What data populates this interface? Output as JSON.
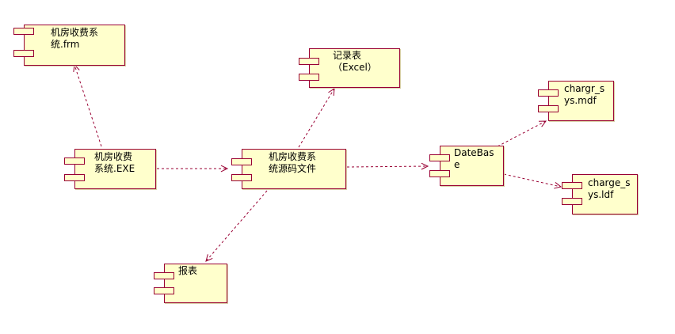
{
  "diagram": {
    "components": [
      {
        "id": "frm",
        "label": "机房收费系\n统.frm"
      },
      {
        "id": "exe",
        "label": "机房收费\n系统.EXE"
      },
      {
        "id": "excel",
        "label": "记录表\n（Excel）"
      },
      {
        "id": "src",
        "label": "机房收费系\n统源码文件"
      },
      {
        "id": "db",
        "label": "DateBas\ne"
      },
      {
        "id": "mdf",
        "label": "chargr_s\nys.mdf"
      },
      {
        "id": "ldf",
        "label": "charge_s\nys.ldf"
      },
      {
        "id": "report",
        "label": "报表"
      }
    ],
    "dependencies": [
      {
        "from": "exe",
        "to": "frm"
      },
      {
        "from": "exe",
        "to": "src"
      },
      {
        "from": "src",
        "to": "excel"
      },
      {
        "from": "src",
        "to": "db"
      },
      {
        "from": "src",
        "to": "report"
      },
      {
        "from": "db",
        "to": "mdf"
      },
      {
        "from": "db",
        "to": "ldf"
      }
    ],
    "colors": {
      "fill": "#ffffcc",
      "border": "#990033",
      "arrow": "#990033"
    },
    "line_style": "dashed",
    "arrow_head": "open"
  }
}
